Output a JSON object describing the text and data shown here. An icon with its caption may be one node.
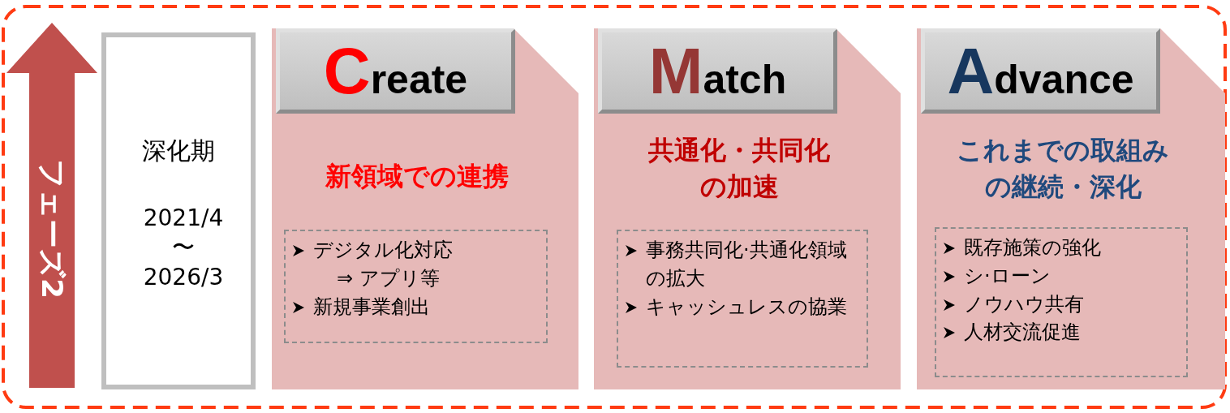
{
  "diagram": {
    "nodes": [
      {
        "text": [
          "フェーズ2"
        ]
      },
      {
        "text": [
          "深化期",
          "2021/4 〜 2026/3"
        ]
      },
      {
        "text": [
          "新領域での連携"
        ]
      },
      {
        "text": [
          "Create"
        ],
        "in": 2
      },
      {
        "text": [
          "デジタル化対応",
          "⇒ アプリ等",
          "新規事業創出"
        ],
        "in": 2
      },
      {
        "text": [
          "共通化・共同化の加速"
        ]
      },
      {
        "text": [
          "Match"
        ],
        "in": 5
      },
      {
        "text": [
          "事務共同化·共通化領域の拡大",
          "キャッシュレスの協業"
        ],
        "in": 5
      },
      {
        "text": [
          "これまでの取組みの継続・深化"
        ]
      },
      {
        "text": [
          "Advance"
        ],
        "in": 8
      },
      {
        "text": [
          "既存施策の強化",
          "シ·ローン",
          "ノウハウ共有",
          "人材交流促進"
        ],
        "in": 8
      }
    ],
    "edges": []
  }
}
